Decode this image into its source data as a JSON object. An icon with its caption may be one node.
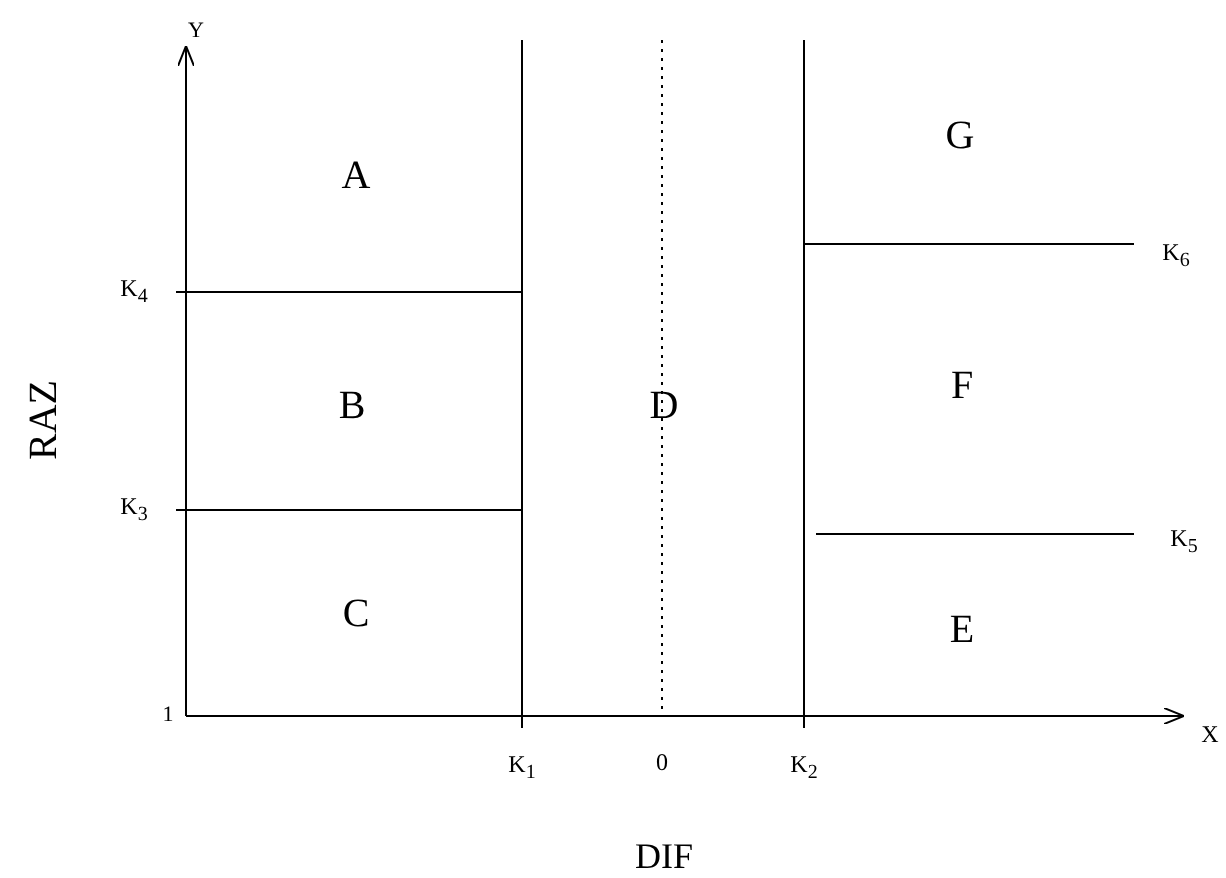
{
  "diagram": {
    "labels": [
      "Y",
      "G",
      "A",
      "K$_{6}$",
      "K$_{4}$",
      "RAZ",
      "B",
      "D",
      "F",
      "K$_{3}$",
      "K$_{5}$",
      "C",
      "E",
      "1",
      "X",
      "K$_{1}$",
      "0",
      "K$_{2}$",
      "DIF"
    ]
  }
}
